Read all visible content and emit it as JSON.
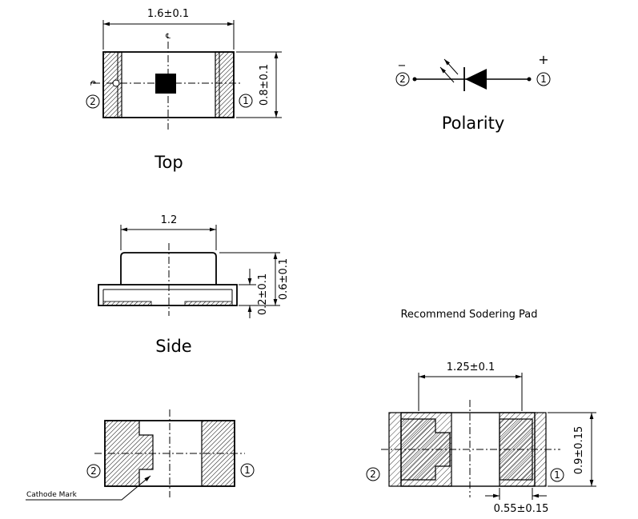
{
  "top": {
    "title": "Top",
    "dim_width": "1.6±0.1",
    "dim_height": "0.8±0.1",
    "centerline_mark": "℄",
    "pin_left": "2",
    "pin_right": "1"
  },
  "polarity": {
    "title": "Polarity",
    "minus": "−",
    "plus": "+",
    "pin_left": "2",
    "pin_right": "1"
  },
  "side": {
    "title": "Side",
    "dim_width": "1.2",
    "dim_height": "0.6±0.1",
    "dim_base": "0.2±0.1"
  },
  "bottom": {
    "cathode_mark": "Cathode Mark",
    "pin_left": "2",
    "pin_right": "1"
  },
  "pad": {
    "title": "Recommend Sodering Pad",
    "dim_spacing": "1.25±0.1",
    "dim_height": "0.9±0.15",
    "dim_pad_width": "0.55±0.15",
    "pin_left": "2",
    "pin_right": "1"
  }
}
